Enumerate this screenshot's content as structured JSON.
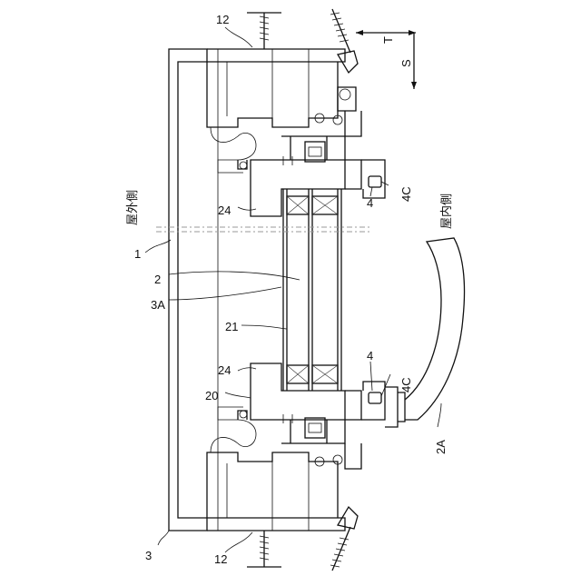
{
  "labels": {
    "ref_1": "1",
    "ref_2": "2",
    "ref_2a": "2A",
    "ref_3": "3",
    "ref_3a": "3A",
    "ref_4_top": "4",
    "ref_4_bottom": "4",
    "ref_4c_top": "4C",
    "ref_4c_bottom": "4C",
    "ref_12_top": "12",
    "ref_12_bottom": "12",
    "ref_20": "20",
    "ref_21": "21",
    "ref_24_top": "24",
    "ref_24_bottom": "24"
  },
  "side_labels": {
    "outdoor": "屋外側",
    "indoor": "屋内側"
  },
  "direction": {
    "t": "T",
    "s": "S"
  }
}
